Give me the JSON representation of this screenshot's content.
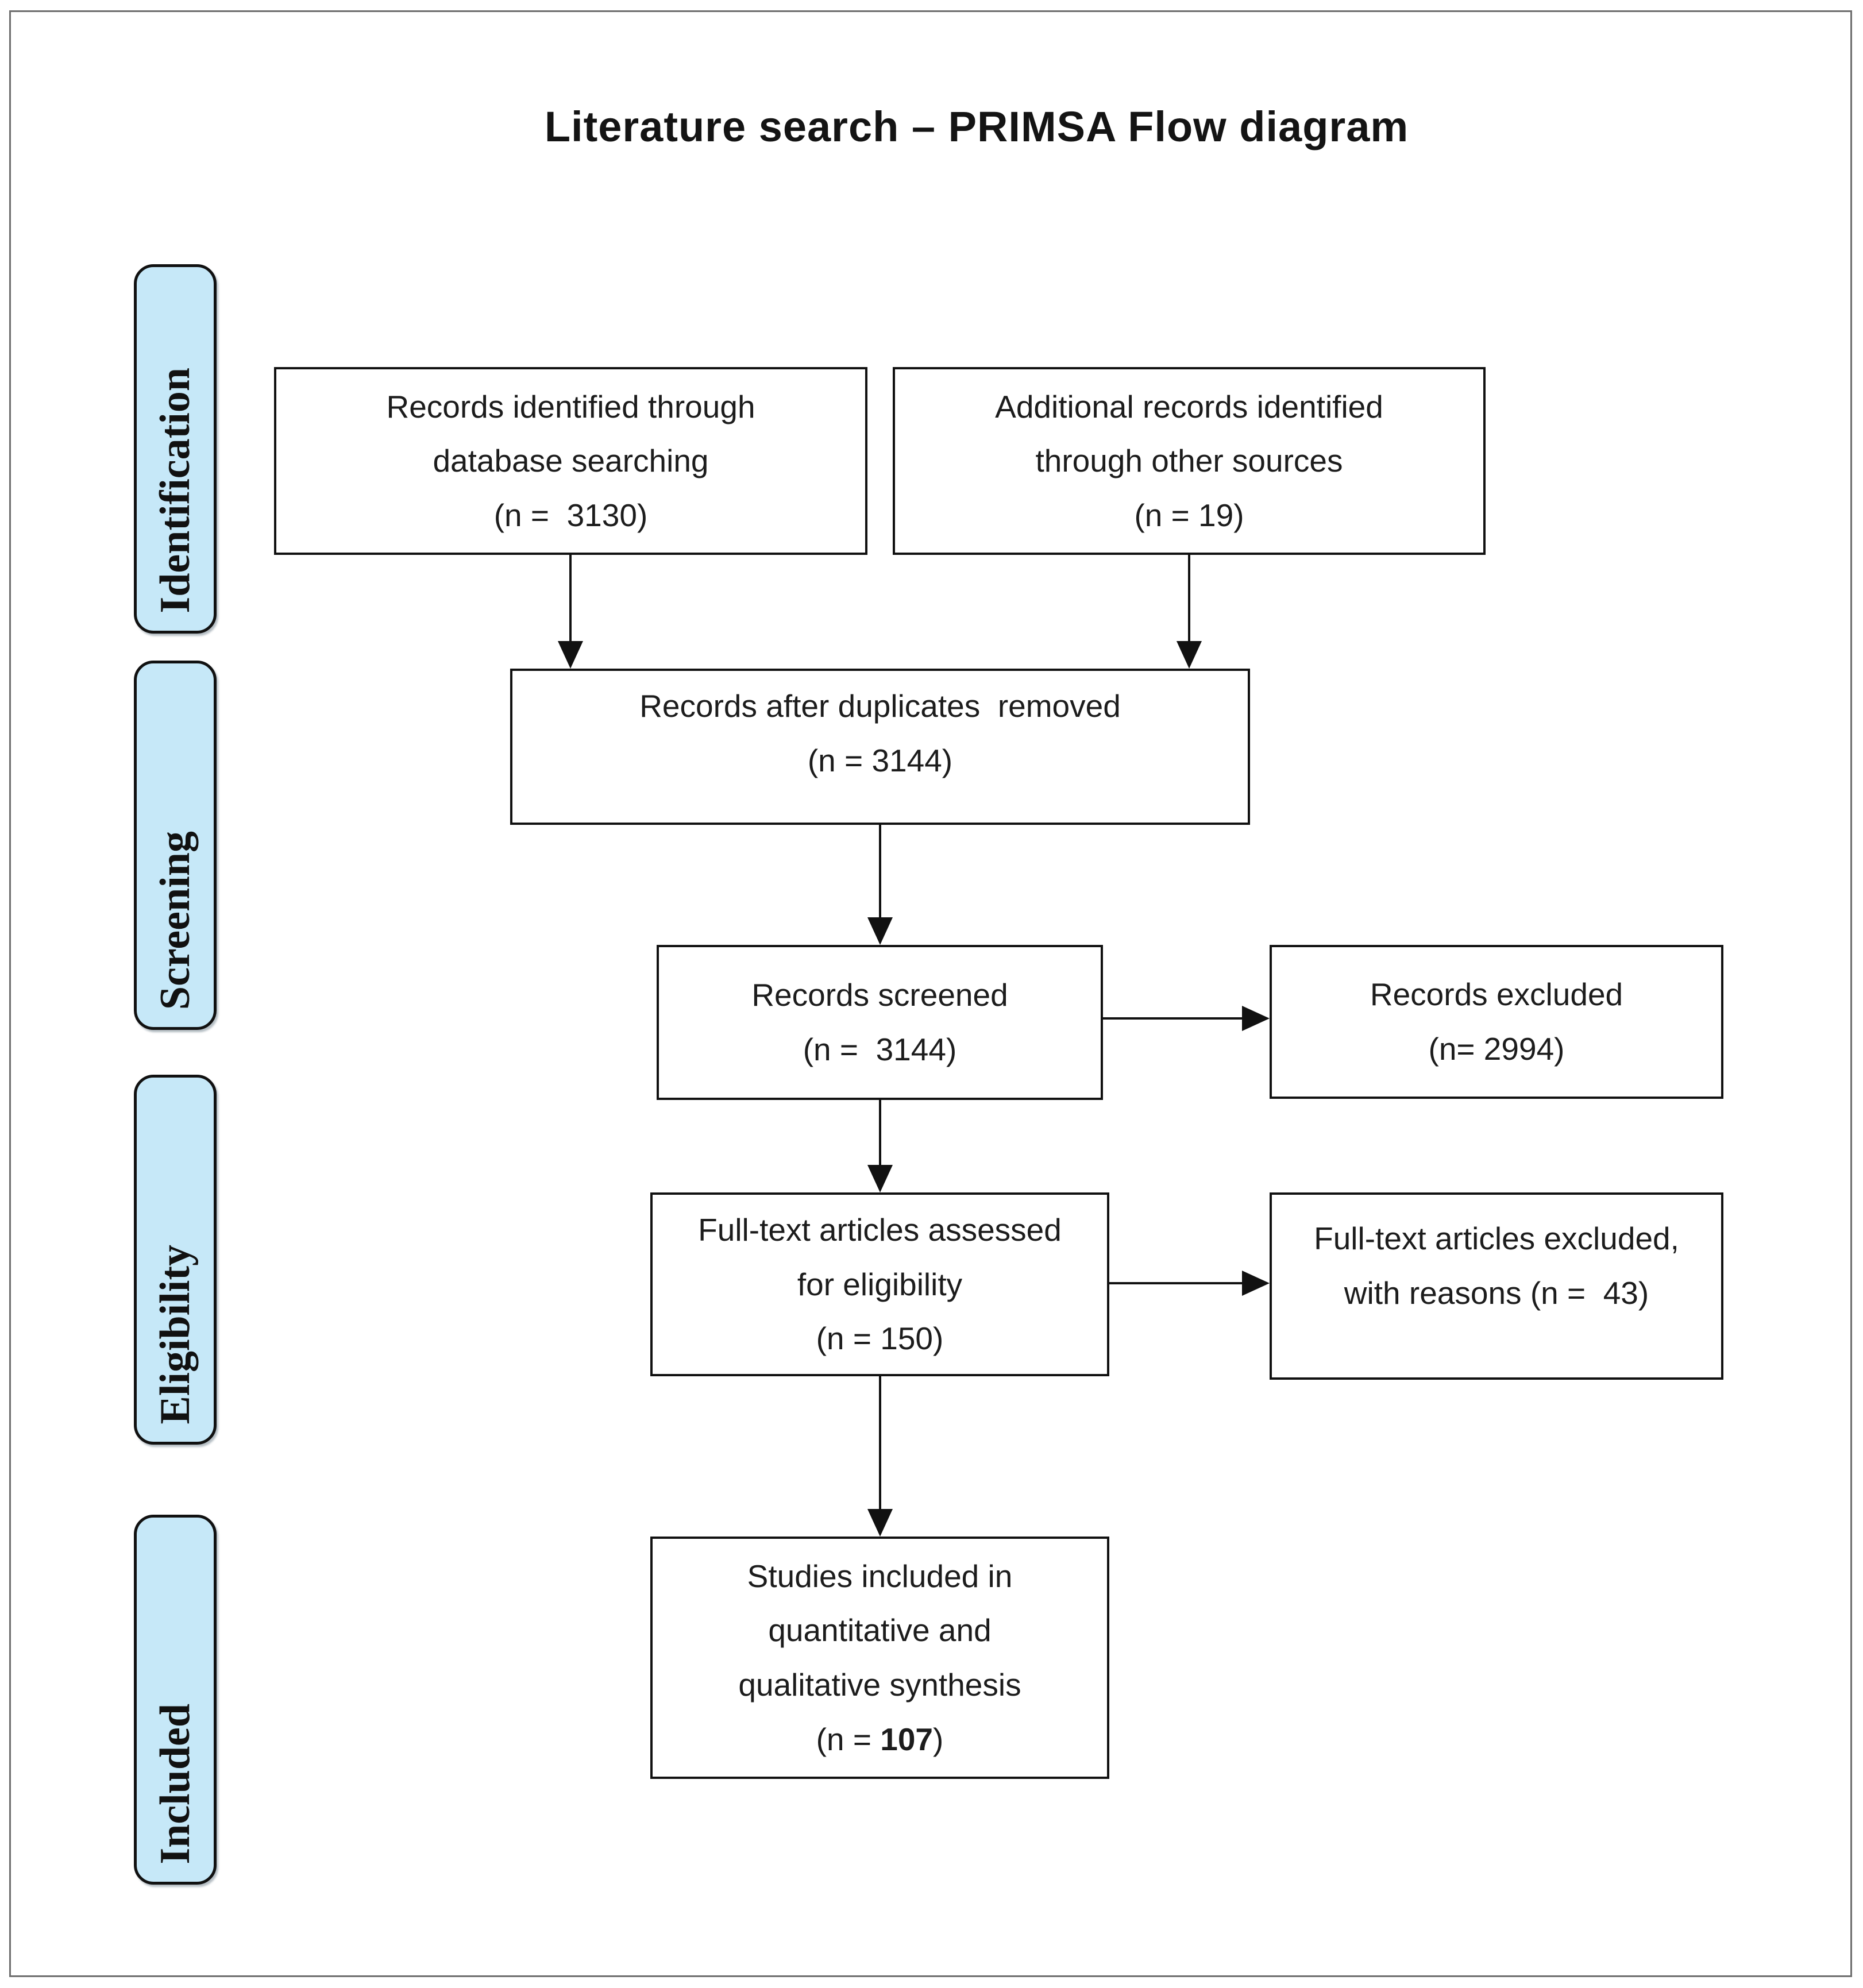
{
  "title": "Literature search – PRIMSA Flow diagram",
  "stages": {
    "identification": "Identification",
    "screening": "Screening",
    "eligibility": "Eligibility",
    "included": "Included"
  },
  "boxes": {
    "identified": {
      "lines": [
        "Records identified through",
        "database searching",
        "(n =  3130)"
      ]
    },
    "additional": {
      "lines": [
        "Additional records identified",
        "through other sources",
        "(n = 19)"
      ]
    },
    "deduplicated": {
      "lines": [
        "Records after duplicates  removed",
        "(n = 3144)"
      ]
    },
    "screened": {
      "lines": [
        "Records screened",
        "(n =  3144)"
      ]
    },
    "excluded": {
      "lines": [
        "Records excluded",
        "(n= 2994)"
      ]
    },
    "fulltext_assessed": {
      "lines": [
        "Full-text articles assessed",
        "for eligibility",
        "(n = 150)"
      ]
    },
    "fulltext_excluded": {
      "lines": [
        "Full-text articles excluded,",
        "with reasons (n =  43)"
      ]
    },
    "studies_included": {
      "lines": [
        "Studies included in",
        "quantitative and",
        "qualitative synthesis"
      ],
      "n_prefix": "(n = ",
      "n_value": "107",
      "n_suffix": ")"
    }
  },
  "colors": {
    "stage_fill": "#c6e8f8",
    "stage_border": "#111111",
    "box_border": "#111111",
    "frame_border": "#6e6e6e",
    "arrow": "#111111",
    "background": "#ffffff"
  }
}
